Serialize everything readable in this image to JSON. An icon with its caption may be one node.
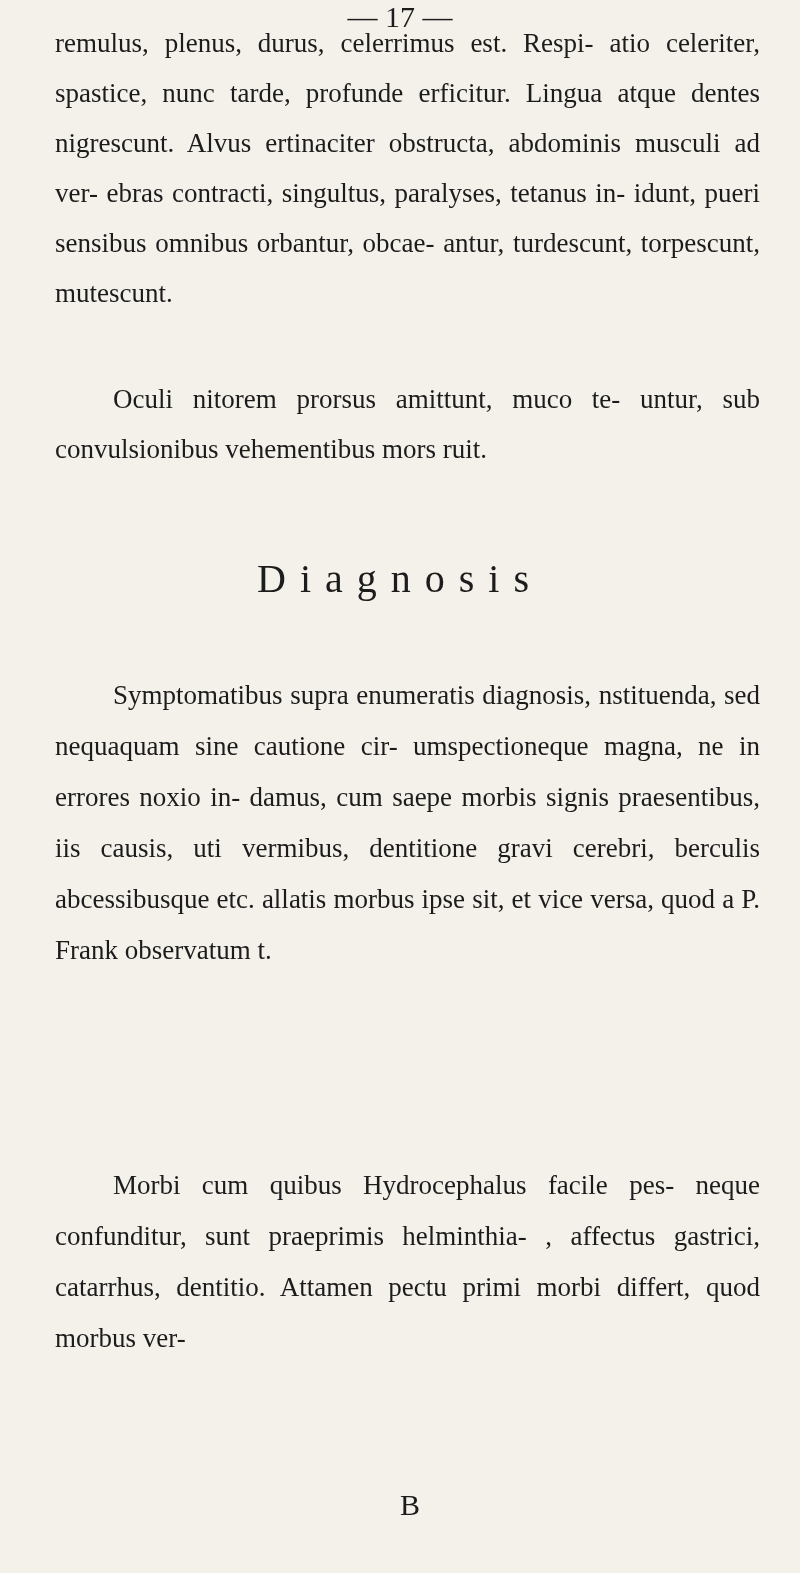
{
  "diagram": {
    "title": "Diagnosis",
    "labels": [
      "— 17 —",
      "remulus, plenus, durus, celerrimus est. Respi- atio celeriter, spastice, nunc tarde, profunde erficitur. Lingua atque dentes nigrescunt. Alvus ertinaciter obstructa, abdominis musculi ad ver- ebras contracti, singultus, paralyses, tetanus in- idunt, pueri sensibus omnibus orbantur, obcae- antur, turdescunt, torpescunt, mutescunt.",
      "Oculi nitorem prorsus amittunt, muco te- untur, sub convulsionibus vehementibus mors ruit.",
      "Symptomatibus supra enumeratis diagnosis, nstituenda, sed nequaquam sine cautione cir- umspectioneque magna, ne in errores noxio in- damus, cum saepe morbis signis praesentibus, iis causis, uti vermibus, dentitione gravi cerebri, berculis abcessibusque etc. allatis morbus ipse sit, et vice versa, quod a P. Frank observatum t.",
      "Morbi cum quibus Hydrocephalus facile pes- neque confunditur, sunt praeprimis helminthia- , affectus gastrici, catarrhus, dentitio. Attamen pectu primi morbi differt, quod morbus ver-",
      "B"
    ]
  }
}
